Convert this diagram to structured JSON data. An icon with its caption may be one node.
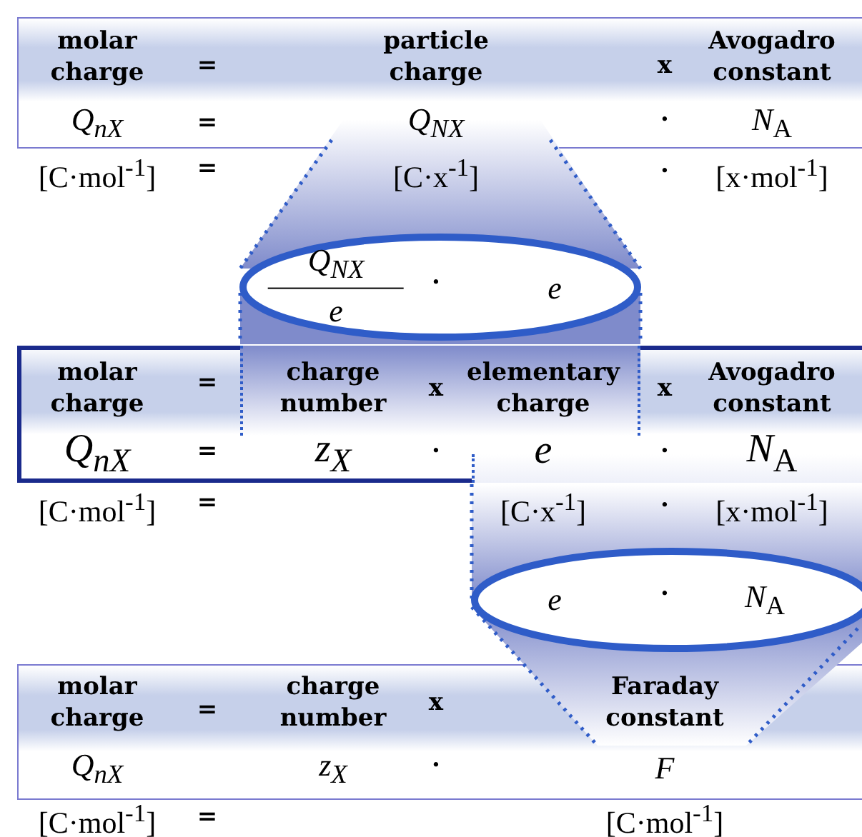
{
  "diagram": {
    "nodes": [
      {
        "text": [
          "molar charge",
          "=",
          "particle charge",
          "x",
          "Avogadro constant",
          "Q$_{nX}$",
          "=",
          "Q$_{NX}$",
          "·",
          "*N*$_{A}$"
        ]
      },
      {
        "text": [
          "Q$_{NX}$",
          "e",
          "·",
          "e"
        ]
      },
      {
        "text": [
          "molar charge",
          "=",
          "charge number",
          "x",
          "elementary charge",
          "x",
          "Avogadro constant",
          "Q$_{nX}$",
          "=",
          "z$_{X}$",
          "·",
          "e",
          "·",
          "*N*$_{A}$"
        ]
      },
      {
        "text": [
          "e",
          "·",
          "*N*$_{A}$"
        ]
      },
      {
        "text": [
          "molar charge",
          "=",
          "charge number",
          "x",
          "Faraday constant",
          "Q$_{nX}$",
          "z$_{X}$",
          "·",
          "F"
        ]
      }
    ],
    "labels": [
      "[C·mol$^{-1}$]",
      "=",
      "[C·x$^{-1}$]",
      "·",
      "[x·mol$^{-1}$]",
      "[C·mol$^{-1}$]",
      "=",
      "[C·x$^{-1}$]",
      "·",
      "[x·mol$^{-1}$]",
      "[C·mol$^{-1}$]",
      "=",
      "[C·mol$^{-1}$]"
    ]
  }
}
